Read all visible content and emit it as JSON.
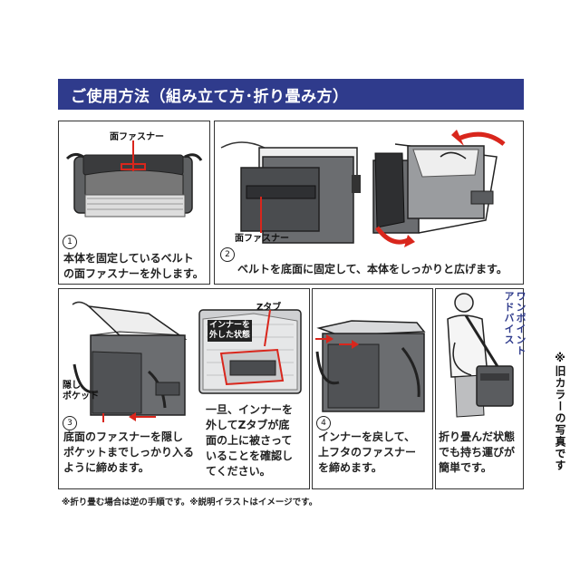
{
  "header": {
    "title": "ご使用方法（組み立て方･折り畳み方）"
  },
  "steps": [
    {
      "number": "1",
      "caption": "本体を固定しているベルト\nの面ファスナーを外します。",
      "label": "面ファスナー"
    },
    {
      "number": "2",
      "caption": "ベルトを底面に固定して、本体をしっかりと広げます。",
      "label": "面ファスナー"
    },
    {
      "number": "3",
      "caption": "底面のファスナーを隠し\nポケットまでしっかり入る\nように締めます。",
      "label": "隠し\nポケット"
    },
    {
      "number": "4",
      "caption": "インナーを戻して、\n上フタのファスナー\nを締めます。"
    },
    {
      "caption": "折り畳んだ状態\nでも持ち運びが\n簡単です。"
    }
  ],
  "detail": {
    "ztab_label": "Zタブ",
    "inner_label": "インナーを\n外した状態",
    "caption": "一旦、インナーを\n外してZタブが底\n面の上に被さって\nいることを確認し\nてください。"
  },
  "advice_label": "ワンポイント\nアドバイス",
  "footnote": "※折り畳む場合は逆の手順です。※説明イラストはイメージです。",
  "side_note": "※旧カラーの写真です",
  "colors": {
    "header_bg": "#2f3b8c",
    "accent_red": "#d9261c",
    "advice_blue": "#2f3b8c"
  }
}
